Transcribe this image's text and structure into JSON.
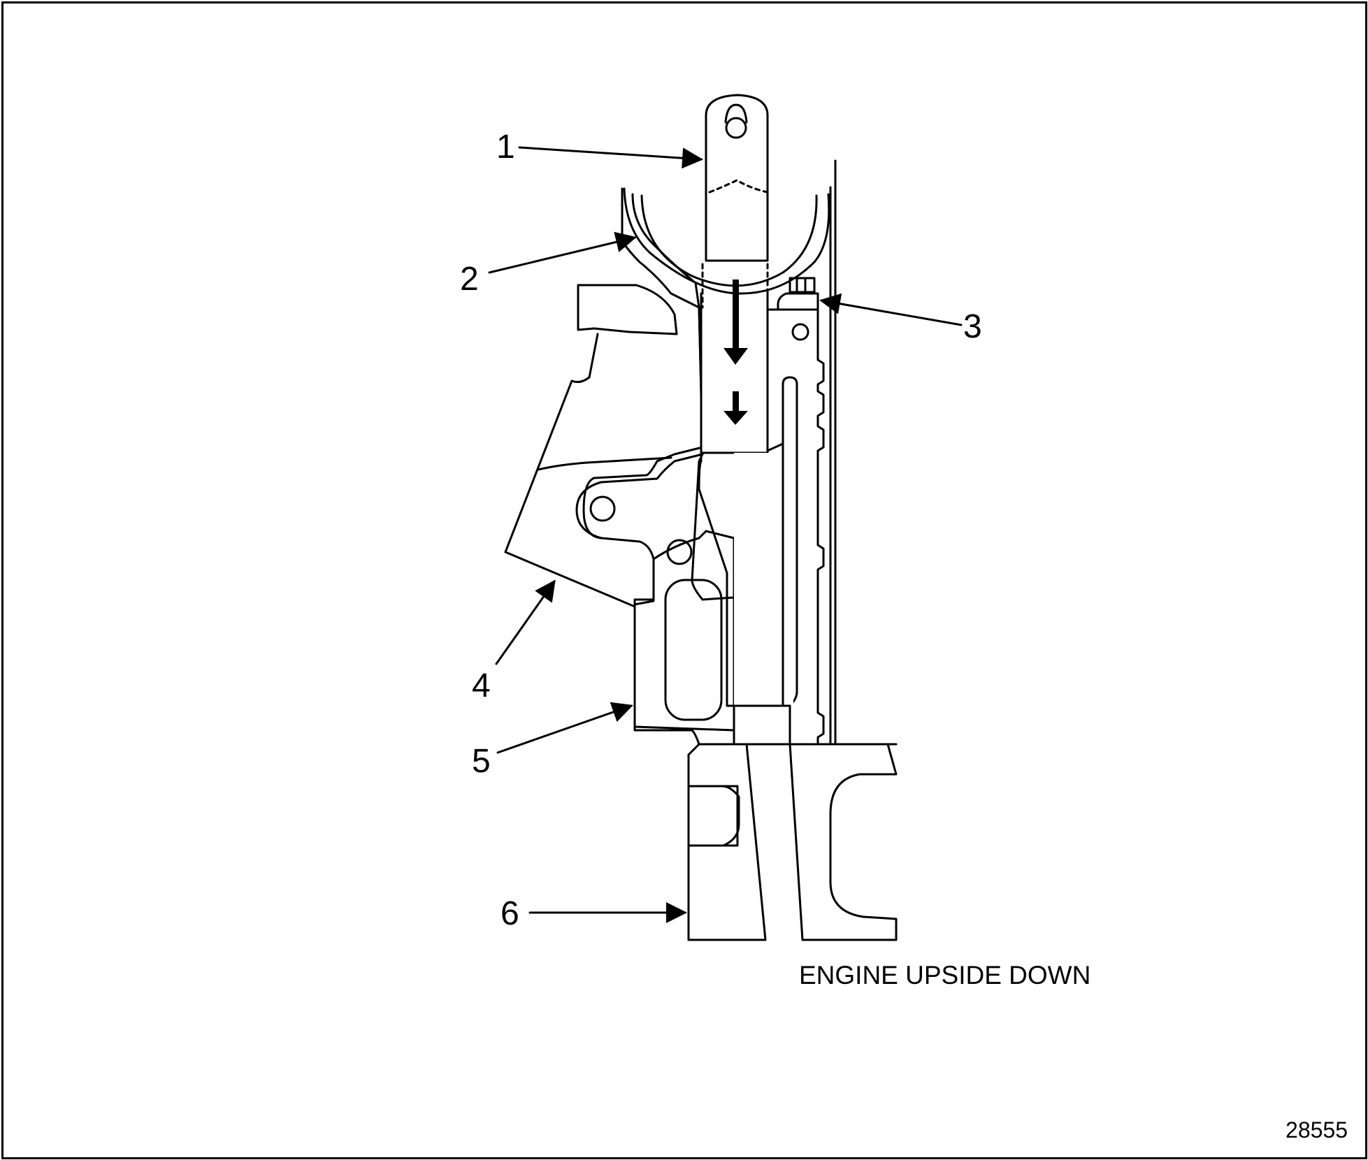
{
  "callouts": [
    {
      "id": "1",
      "label": "1"
    },
    {
      "id": "2",
      "label": "2"
    },
    {
      "id": "3",
      "label": "3"
    },
    {
      "id": "4",
      "label": "4"
    },
    {
      "id": "5",
      "label": "5"
    },
    {
      "id": "6",
      "label": "6"
    }
  ],
  "caption": "ENGINE UPSIDE DOWN",
  "figure_number": "28555",
  "colors": {
    "line": "#000000",
    "background": "#ffffff"
  }
}
